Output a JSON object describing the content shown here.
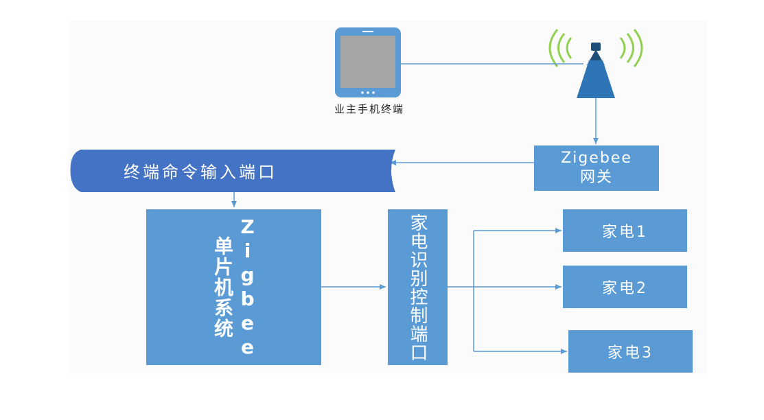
{
  "phone": {
    "label": "业主手机终端",
    "icon": "smartphone-icon"
  },
  "antenna": {
    "icon": "signal-tower-icon"
  },
  "gateway": {
    "line1": "Zigebee",
    "line2": "网关"
  },
  "input_port": {
    "label": "终端命令输入端口"
  },
  "mcu": {
    "label": "Zigbee单片机系统"
  },
  "control_port": {
    "label": "家电识别控制端口"
  },
  "appliances": [
    "家电1",
    "家电2",
    "家电3"
  ],
  "colors": {
    "box_fill": "#5b9bd5",
    "banner_fill": "#4472c4",
    "line": "#5b9bd5",
    "antenna_green": "#92d050"
  }
}
